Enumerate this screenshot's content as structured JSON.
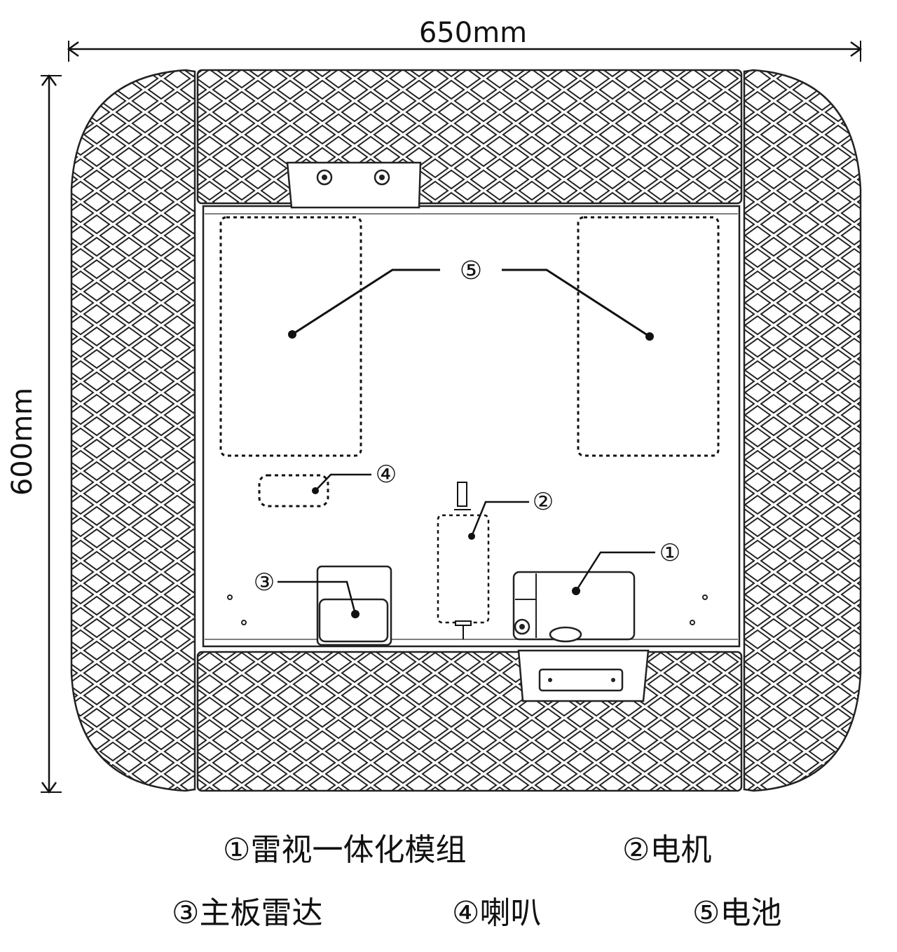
{
  "dimensions": {
    "width_label": "650mm",
    "height_label": "600mm"
  },
  "callouts": {
    "c1": "①",
    "c2": "②",
    "c3": "③",
    "c4": "④",
    "c5": "⑤"
  },
  "legend": [
    {
      "text": "①雷视一体化模组"
    },
    {
      "text": "②电机"
    },
    {
      "text": "③主板雷达"
    },
    {
      "text": "④喇叭"
    },
    {
      "text": "⑤电池"
    }
  ]
}
